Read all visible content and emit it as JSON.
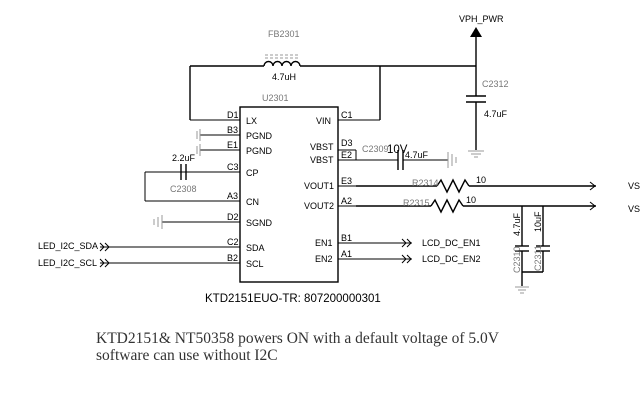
{
  "labels": {
    "fb": "FB2301",
    "fb_value": "4.7uH",
    "vph": "VPH_PWR",
    "c2312": "C2312",
    "c2312_value": "4.7uF",
    "ic_ref": "U2301",
    "ic_part": "KTD2151EUO-TR: 807200000301",
    "c2308_value": "2.2uF",
    "c2308": "C2308",
    "c2309": "C2309",
    "c2309_v": "10V",
    "c2309_value": "4.7uF",
    "r2314": "R2314",
    "r2314_value": "10",
    "r2315": "R2315",
    "r2315_value": "10",
    "c2310": "C2310",
    "c2310_value": "4.7uF",
    "c2311": "C2311",
    "c2311_value": "10uF",
    "vs1": "VS",
    "vs2": "VS",
    "sda_net": "LED_I2C_SDA",
    "scl_net": "LED_I2C_SCL",
    "en1_net": "LCD_DC_EN1",
    "en2_net": "LCD_DC_EN2"
  },
  "pins_left": [
    {
      "num": "D1",
      "name": "LX"
    },
    {
      "num": "B3",
      "name": "PGND"
    },
    {
      "num": "E1",
      "name": "PGND"
    },
    {
      "num": "C3",
      "name": "CP"
    },
    {
      "num": "A3",
      "name": "CN"
    },
    {
      "num": "D2",
      "name": "SGND"
    },
    {
      "num": "C2",
      "name": "SDA"
    },
    {
      "num": "B2",
      "name": "SCL"
    }
  ],
  "pins_right": [
    {
      "num": "C1",
      "name": "VIN"
    },
    {
      "num": "D3",
      "name": "VBST"
    },
    {
      "num": "E2",
      "name": "VBST"
    },
    {
      "num": "E3",
      "name": "VOUT1"
    },
    {
      "num": "A2",
      "name": "VOUT2"
    },
    {
      "num": "B1",
      "name": "EN1"
    },
    {
      "num": "A1",
      "name": "EN2"
    }
  ],
  "note": {
    "line1": "KTD2151& NT50358 powers ON with a default voltage of 5.0V",
    "line2": "software can use without I2C"
  }
}
